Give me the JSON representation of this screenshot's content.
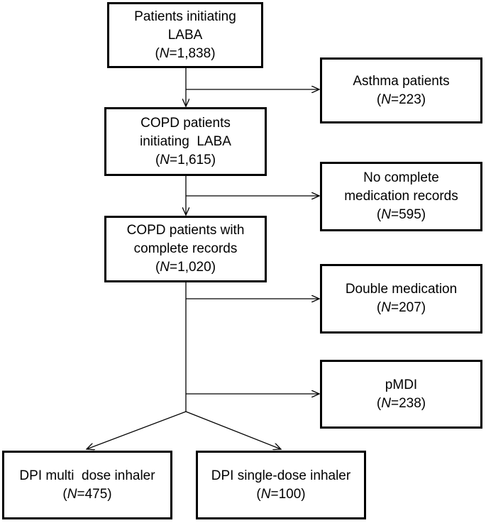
{
  "boxes": {
    "initiating": {
      "line1": "Patients initiating",
      "line2": "LABA",
      "n_label": "N",
      "n_value": "=1,838"
    },
    "asthma": {
      "line1": "Asthma patients",
      "n_label": "N",
      "n_value": "=223"
    },
    "copd_initiating": {
      "line1": "COPD patients",
      "line2": "initiating  LABA",
      "n_label": "N",
      "n_value": "=1,615"
    },
    "no_records": {
      "line1": "No complete",
      "line2": "medication records",
      "n_label": "N",
      "n_value": "=595"
    },
    "complete_records": {
      "line1": "COPD patients with",
      "line2": "complete records",
      "n_label": "N",
      "n_value": "=1,020"
    },
    "double_med": {
      "line1": "Double medication",
      "n_label": "N",
      "n_value": "=207"
    },
    "pmdi": {
      "line1": "pMDI",
      "n_label": "N",
      "n_value": "=238"
    },
    "dpi_multi": {
      "line1": "DPI multi  dose inhaler",
      "n_label": "N",
      "n_value": "=475"
    },
    "dpi_single": {
      "line1": "DPI single-dose inhaler",
      "n_label": "N",
      "n_value": "=100"
    }
  }
}
